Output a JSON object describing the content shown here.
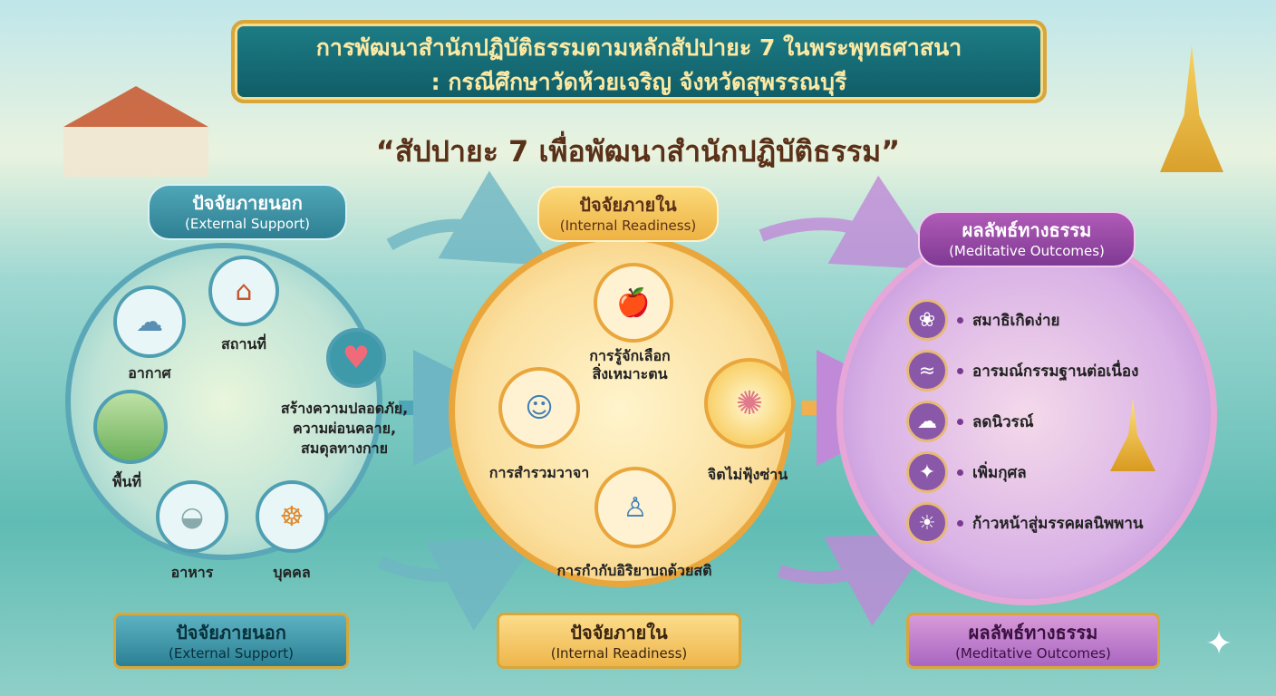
{
  "title": {
    "line1": "การพัฒนาสำนักปฏิบัติธรรมตามหลักสัปปายะ 7 ในพระพุทธศาสนา",
    "line2": ": กรณีศึกษาวัดห้วยเจริญ จังหวัดสุพรรณบุรี"
  },
  "subtitle": "“สัปปายะ 7 เพื่อพัฒนาสำนักปฏิบัติธรรม”",
  "external": {
    "th": "ปัจจัยภายนอก",
    "en": "(External Support)",
    "items": [
      {
        "label": "อากาศ",
        "icon": "cloud-wind-icon"
      },
      {
        "label": "สถานที่",
        "icon": "temple-icon"
      },
      {
        "label": "พื้นที่",
        "icon": "landscape-icon"
      },
      {
        "label": "อาหาร",
        "icon": "food-bowl-icon"
      },
      {
        "label": "บุคคล",
        "icon": "monks-icon"
      }
    ],
    "result": "สร้างความปลอดภัย,\nความผ่อนคลาย,\nสมดุลทางกาย",
    "result_icon": "heart-icon"
  },
  "internal": {
    "th": "ปัจจัยภายใน",
    "en": "(Internal Readiness)",
    "items": [
      {
        "label": "การรู้จักเลือก\nสิ่งเหมาะตน",
        "icon": "choosing-fruit-icon"
      },
      {
        "label": "การสำรวมวาจา",
        "icon": "speech-restraint-icon"
      },
      {
        "label": "การกำกับอิริยาบถด้วยสติ",
        "icon": "mindful-posture-icon"
      }
    ],
    "result": "จิตไม่ฟุ้งซ่าน",
    "result_icon": "brain-icon"
  },
  "outcomes": {
    "th": "ผลลัพธ์ทางธรรม",
    "en": "(Meditative Outcomes)",
    "items": [
      {
        "label": "สมาธิเกิดง่าย",
        "icon": "lotus-icon"
      },
      {
        "label": "อารมณ์กรรมฐานต่อเนื่อง",
        "icon": "wave-icon"
      },
      {
        "label": "ลดนิวรณ์",
        "icon": "storm-cloud-icon"
      },
      {
        "label": "เพิ่มกุศล",
        "icon": "sparkle-icon"
      },
      {
        "label": "ก้าวหน้าสู่มรรคผลนิพพาน",
        "icon": "path-light-icon"
      }
    ]
  },
  "bottom": [
    {
      "th": "ปัจจัยภายนอก",
      "en": "(External Support)"
    },
    {
      "th": "ปัจจัยภายใน",
      "en": "(Internal Readiness)"
    },
    {
      "th": "ผลลัพธ์ทางธรรม",
      "en": "(Meditative Outcomes)"
    }
  ]
}
